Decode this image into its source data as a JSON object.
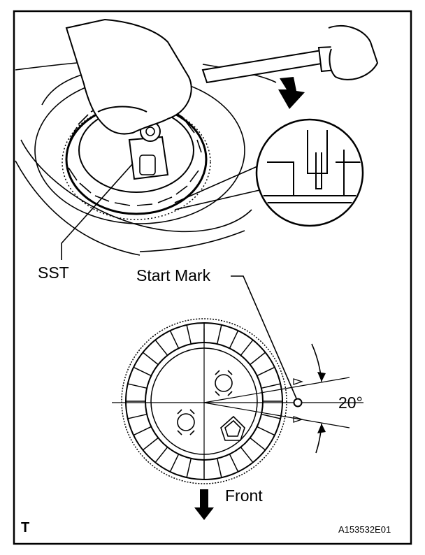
{
  "labels": {
    "sst": "SST",
    "start_mark": "Start Mark",
    "angle": "20°",
    "front": "Front",
    "corner_mark": "T",
    "figure_id": "A153532E01"
  }
}
